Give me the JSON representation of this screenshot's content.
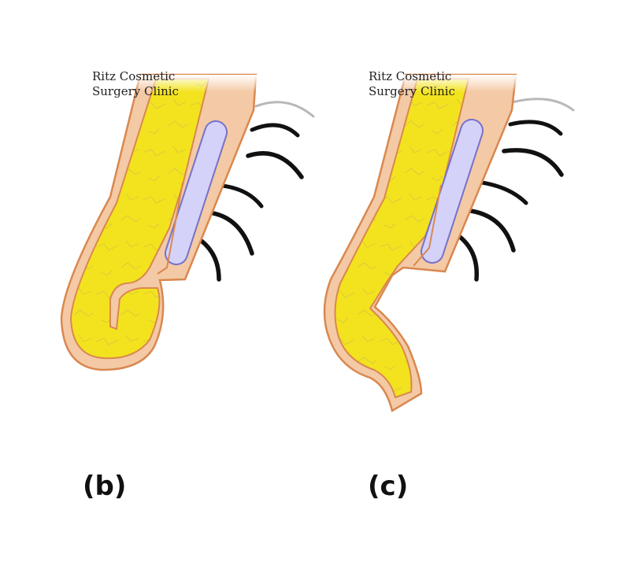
{
  "watermark": {
    "line1": "Ritz Cosmetic",
    "line2": "Surgery Clinic"
  },
  "panels": [
    {
      "label": "(b)"
    },
    {
      "label": "(c)"
    }
  ],
  "colors": {
    "fat": "#f2e21c",
    "tissue": "#f4c9a5",
    "outline": "#d9884f",
    "cartilage": "#d4d2f8",
    "cartilage_outline": "#7672c9",
    "lash": "#111111"
  }
}
